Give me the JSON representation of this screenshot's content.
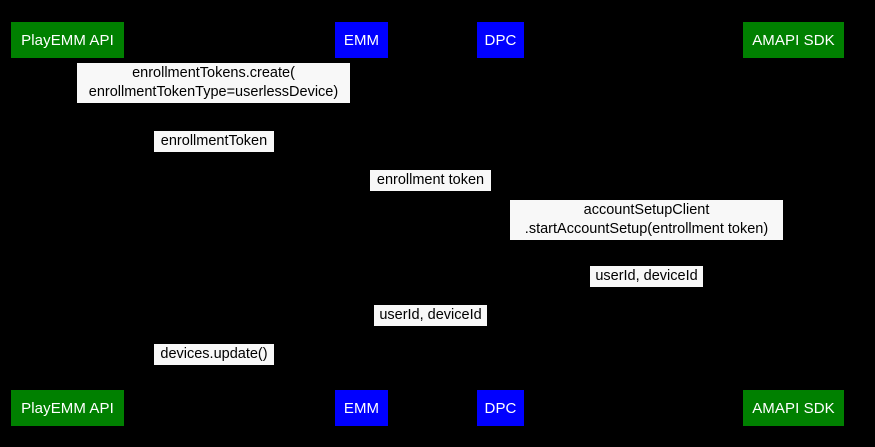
{
  "diagram": {
    "type": "uml-sequence-diagram",
    "background_color": "#000000",
    "label_background_color": "#f8f8f8",
    "label_text_color": "#000000",
    "participant_text_color": "#ffffff",
    "colors": {
      "green": "#008000",
      "blue": "#0000ff"
    }
  },
  "participants_top": [
    {
      "name": "PlayEMM API",
      "color": "green"
    },
    {
      "name": "EMM",
      "color": "blue"
    },
    {
      "name": "DPC",
      "color": "blue"
    },
    {
      "name": "AMAPI SDK",
      "color": "green"
    }
  ],
  "participants_bottom": [
    {
      "name": "PlayEMM API",
      "color": "green"
    },
    {
      "name": "EMM",
      "color": "blue"
    },
    {
      "name": "DPC",
      "color": "blue"
    },
    {
      "name": "AMAPI SDK",
      "color": "green"
    }
  ],
  "messages": [
    {
      "text": "enrollmentTokens.create(\nenrollmentTokenType=userlessDevice)",
      "from": "EMM",
      "to": "PlayEMM API"
    },
    {
      "text": "enrollmentToken",
      "from": "PlayEMM API",
      "to": "EMM"
    },
    {
      "text": "enrollment token",
      "from": "EMM",
      "to": "DPC"
    },
    {
      "text": "accountSetupClient\n.startAccountSetup(entrollment token)",
      "from": "DPC",
      "to": "AMAPI SDK"
    },
    {
      "text": "userId, deviceId",
      "from": "AMAPI SDK",
      "to": "DPC"
    },
    {
      "text": "userId, deviceId",
      "from": "DPC",
      "to": "EMM"
    },
    {
      "text": "devices.update()",
      "from": "EMM",
      "to": "PlayEMM API"
    }
  ]
}
